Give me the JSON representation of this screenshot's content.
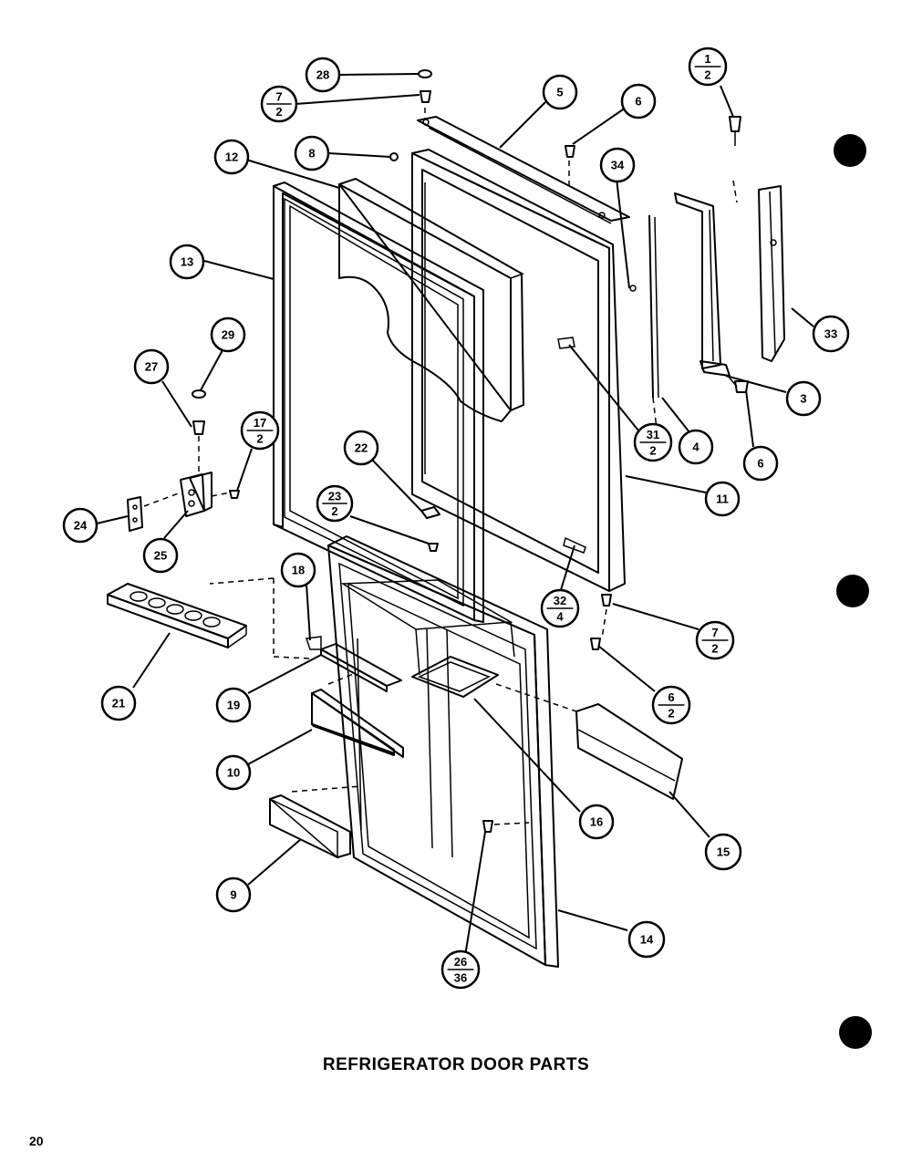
{
  "caption": "REFRIGERATOR DOOR PARTS",
  "page_number": "20",
  "callouts": [
    {
      "id": "c-28-top",
      "top": "28"
    },
    {
      "id": "c-7-2-top",
      "top": "7",
      "bottom": "2"
    },
    {
      "id": "c-8",
      "top": "8"
    },
    {
      "id": "c-12",
      "top": "12"
    },
    {
      "id": "c-5",
      "top": "5"
    },
    {
      "id": "c-6-top",
      "top": "6"
    },
    {
      "id": "c-1-2",
      "top": "1",
      "bottom": "2"
    },
    {
      "id": "c-34",
      "top": "34"
    },
    {
      "id": "c-13",
      "top": "13"
    },
    {
      "id": "c-33",
      "top": "33"
    },
    {
      "id": "c-29",
      "top": "29"
    },
    {
      "id": "c-27",
      "top": "27"
    },
    {
      "id": "c-3",
      "top": "3"
    },
    {
      "id": "c-17-2",
      "top": "17",
      "bottom": "2"
    },
    {
      "id": "c-31-2",
      "top": "31",
      "bottom": "2"
    },
    {
      "id": "c-4",
      "top": "4"
    },
    {
      "id": "c-22",
      "top": "22"
    },
    {
      "id": "c-6-right",
      "top": "6"
    },
    {
      "id": "c-11",
      "top": "11"
    },
    {
      "id": "c-23-2",
      "top": "23",
      "bottom": "2"
    },
    {
      "id": "c-24",
      "top": "24"
    },
    {
      "id": "c-25",
      "top": "25"
    },
    {
      "id": "c-18",
      "top": "18"
    },
    {
      "id": "c-32-4",
      "top": "32",
      "bottom": "4"
    },
    {
      "id": "c-7-2-bottom",
      "top": "7",
      "bottom": "2"
    },
    {
      "id": "c-6-2",
      "top": "6",
      "bottom": "2"
    },
    {
      "id": "c-21",
      "top": "21"
    },
    {
      "id": "c-19",
      "top": "19"
    },
    {
      "id": "c-10",
      "top": "10"
    },
    {
      "id": "c-16",
      "top": "16"
    },
    {
      "id": "c-15",
      "top": "15"
    },
    {
      "id": "c-9",
      "top": "9"
    },
    {
      "id": "c-14",
      "top": "14"
    },
    {
      "id": "c-26-36",
      "top": "26",
      "bottom": "36"
    }
  ]
}
